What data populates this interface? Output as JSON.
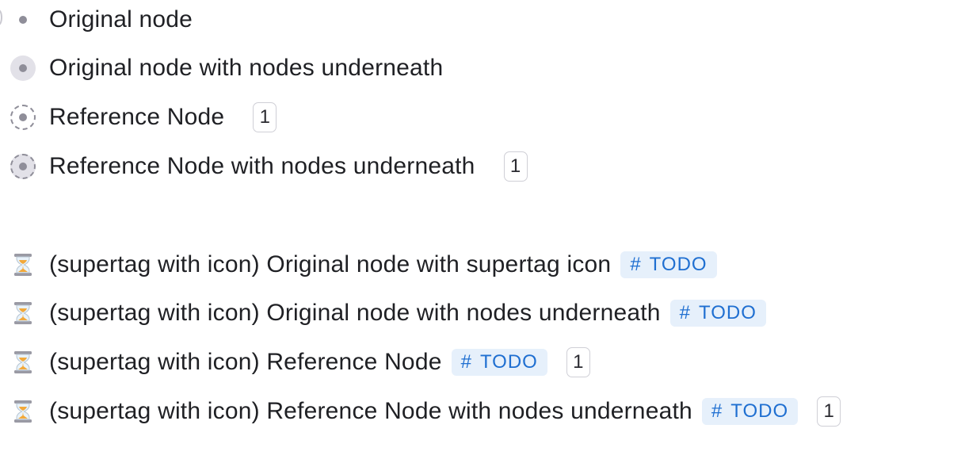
{
  "colors": {
    "bullet_dot": "#8f8e99",
    "bullet_halo": "#e2e1e8",
    "tag_bg": "#e6f0fb",
    "tag_text": "#1f6fd1",
    "text": "#1f2024"
  },
  "nodes": [
    {
      "label": "Original node",
      "bullet": "plain-bullet-icon"
    },
    {
      "label": "Original node with nodes underneath",
      "bullet": "expandable-bullet-icon"
    },
    {
      "label": "Reference Node",
      "bullet": "reference-bullet-icon",
      "ref_count": "1"
    },
    {
      "label": "Reference Node with nodes underneath",
      "bullet": "reference-expandable-bullet-icon",
      "ref_count": "1"
    }
  ],
  "supertag_nodes": [
    {
      "icon": "hourglass-icon",
      "label": "(supertag with icon) Original node with supertag icon",
      "tag_hash": "#",
      "tag": "TODO"
    },
    {
      "icon": "hourglass-icon",
      "label": "(supertag with icon) Original node with nodes underneath",
      "tag_hash": "#",
      "tag": "TODO"
    },
    {
      "icon": "hourglass-icon",
      "label": "(supertag with icon) Reference Node",
      "tag_hash": "#",
      "tag": "TODO",
      "ref_count": "1"
    },
    {
      "icon": "hourglass-icon",
      "label": "(supertag with icon) Reference Node with nodes underneath",
      "tag_hash": "#",
      "tag": "TODO",
      "ref_count": "1"
    }
  ]
}
